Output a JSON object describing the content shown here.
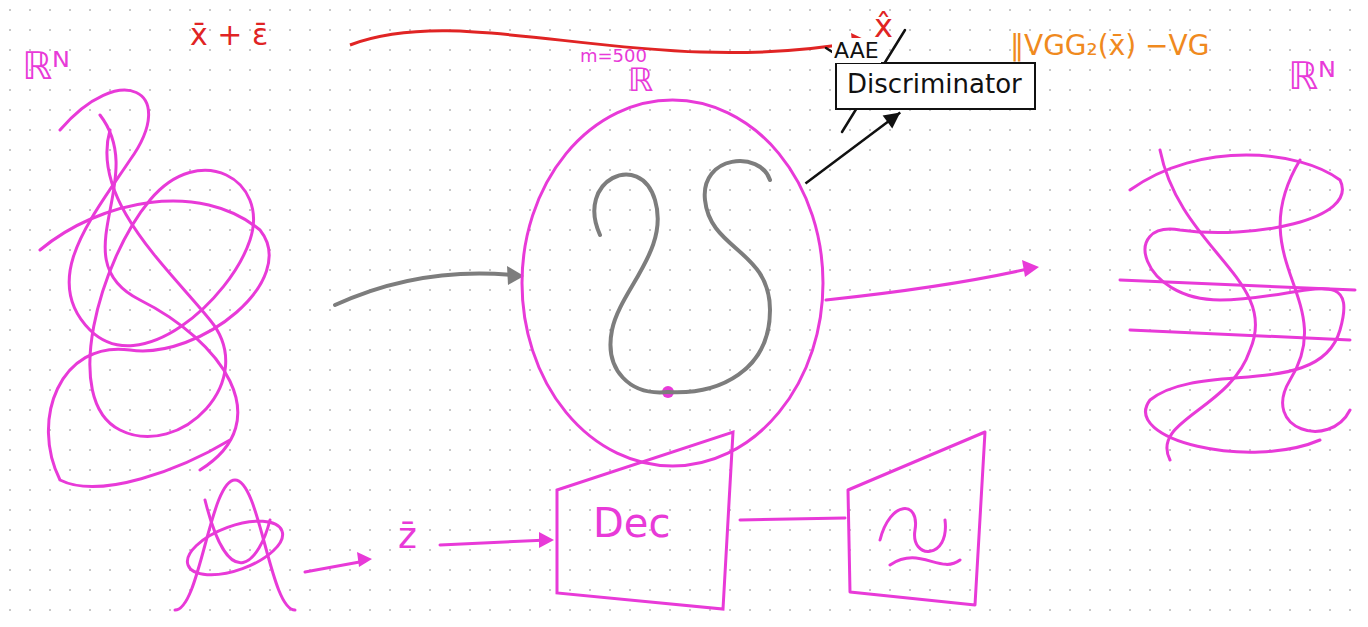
{
  "diagram": {
    "nodes": [
      {
        "text": [
          "m=500",
          "ℝ"
        ]
      },
      {
        "text": [
          "Discriminator"
        ]
      },
      {
        "text": [
          "Dec"
        ]
      }
    ],
    "edges": [
      {
        "from": 0,
        "to": 1,
        "arrow": "to"
      }
    ],
    "labels": [
      "x̄ + ε̄",
      "x̂",
      "‖VGG₂(x̄) −VG",
      "ℝᴺ",
      "AAE",
      "ℝᴺ",
      "z̄"
    ]
  }
}
